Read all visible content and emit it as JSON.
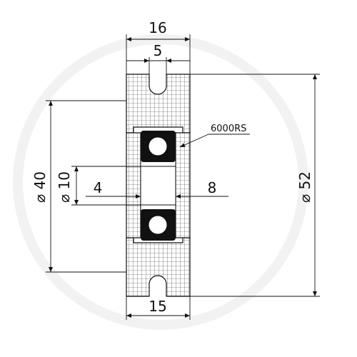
{
  "drawing": {
    "dimensions": {
      "overall_width": "16",
      "groove_width": "5",
      "hub_width": "15",
      "outer_diameter": "⌀ 52",
      "groove_bottom_diameter": "⌀ 40",
      "bore_diameter": "⌀ 10",
      "offset_left": "4",
      "offset_right": "8"
    },
    "bearing_label": "6000RS"
  }
}
